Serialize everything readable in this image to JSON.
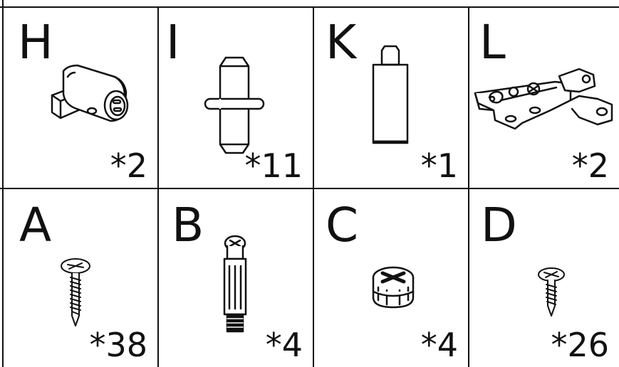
{
  "parts": [
    {
      "letter": "H",
      "quantity": "*2",
      "icon": "magnetic-catch-icon"
    },
    {
      "letter": "I",
      "quantity": "*11",
      "icon": "shelf-support-pin-icon"
    },
    {
      "letter": "K",
      "quantity": "*1",
      "icon": "wooden-dowel-icon"
    },
    {
      "letter": "L",
      "quantity": "*2",
      "icon": "cabinet-hinge-icon"
    },
    {
      "letter": "A",
      "quantity": "*38",
      "icon": "long-screw-icon"
    },
    {
      "letter": "B",
      "quantity": "*4",
      "icon": "cam-bolt-icon"
    },
    {
      "letter": "C",
      "quantity": "*4",
      "icon": "cam-lock-icon"
    },
    {
      "letter": "D",
      "quantity": "*26",
      "icon": "short-screw-icon"
    }
  ]
}
